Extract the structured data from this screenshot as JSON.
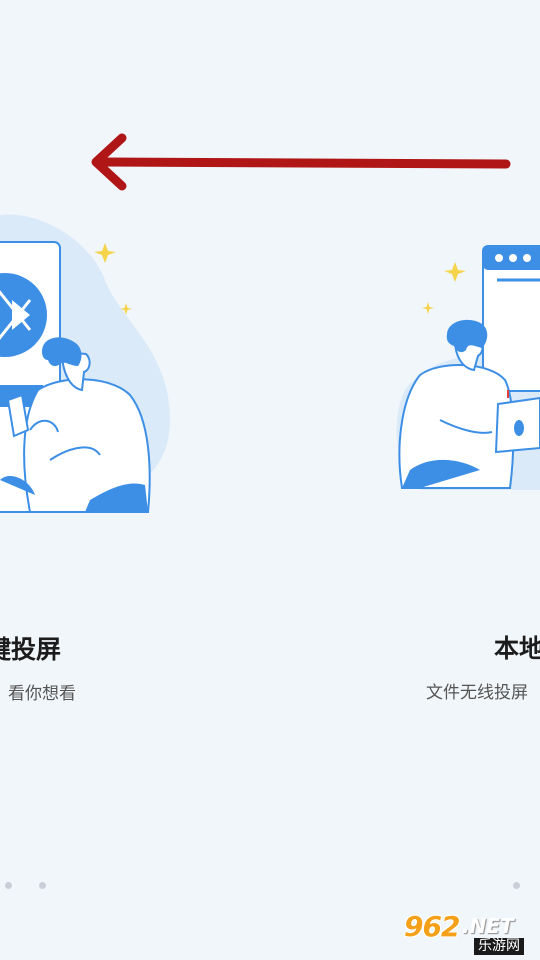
{
  "slides": [
    {
      "title": "键投屏",
      "subtitle": "看你想看"
    },
    {
      "title": "本地",
      "subtitle": "文件无线投屏"
    }
  ],
  "watermark": {
    "number": "962",
    "domain": ".NET",
    "chinese": "乐游网"
  },
  "colors": {
    "background": "#f1f6fa",
    "accent_blue": "#3d8fe6",
    "light_blue": "#dbeaf9",
    "arrow_red": "#b01616",
    "star_yellow": "#f5d34a"
  }
}
